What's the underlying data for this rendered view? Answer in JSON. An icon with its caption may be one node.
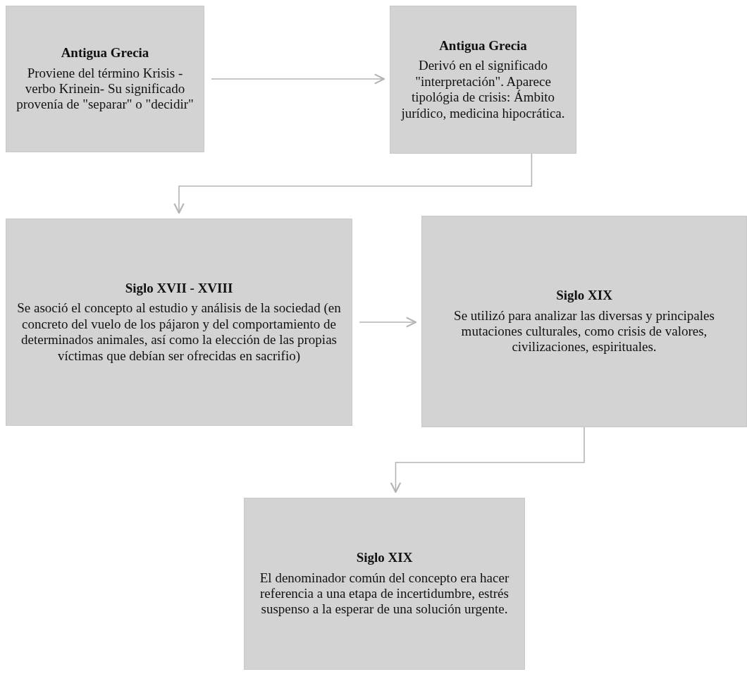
{
  "diagram": {
    "nodes": [
      {
        "text": [
          "Antigua Grecia",
          "Proviene del término Krisis -verbo Krinein- Su significado provenía de \"separar\" o \"decidir\""
        ]
      },
      {
        "text": [
          "Antigua Grecia",
          "Derivó en el significado \"interpretación\". Aparece tipológia de crisis: Ámbito jurídico, medicina hipocrática."
        ]
      },
      {
        "text": [
          "Siglo XVII - XVIII",
          "Se asoció el concepto al estudio y análisis de la sociedad (en concreto del vuelo de los pájaron y del comportamiento de determinados animales, así como la elección de las propias víctimas que debían ser ofrecidas en sacrifio)"
        ]
      },
      {
        "text": [
          "Siglo XIX",
          "Se utilizó para analizar las diversas y principales mutaciones culturales, como crisis de valores, civilizaciones, espirituales."
        ]
      },
      {
        "text": [
          "Siglo XIX",
          "El denominador común del concepto era hacer referencia a una etapa de incertidumbre, estrés suspenso a la esperar de una solución urgente."
        ]
      }
    ],
    "edges": [
      {
        "from": 0,
        "to": 1,
        "arrow": "to"
      },
      {
        "from": 1,
        "to": 2,
        "arrow": "to"
      },
      {
        "from": 2,
        "to": 3,
        "arrow": "to"
      },
      {
        "from": 3,
        "to": 4,
        "arrow": "to"
      }
    ]
  }
}
